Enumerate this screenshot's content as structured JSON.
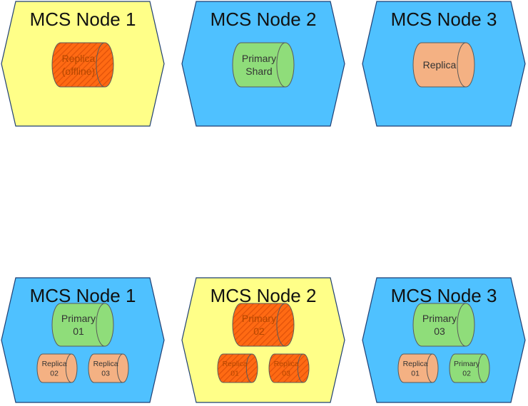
{
  "colors": {
    "node_active_fill": "#4fc1ff",
    "node_offline_fill": "#ffff88",
    "node_stroke": "#1f3f73",
    "replica_fill": "#f4b183",
    "primary_fill": "#8fdd7a",
    "offline_fill": "#ff6a13",
    "cyl_stroke": "#5a5a5a"
  },
  "icons": {
    "shard": "cylinder-icon",
    "offline_shard": "hatched-cylinder-icon"
  },
  "top_row": {
    "nodes": [
      {
        "title": "MCS Node 1",
        "status": "offline",
        "shards": [
          {
            "lines": [
              "Replica",
              "(offline)"
            ],
            "role": "replica",
            "offline": true
          }
        ]
      },
      {
        "title": "MCS Node 2",
        "status": "active",
        "shards": [
          {
            "lines": [
              "Primary",
              "Shard"
            ],
            "role": "primary",
            "offline": false
          }
        ]
      },
      {
        "title": "MCS Node 3",
        "status": "active",
        "shards": [
          {
            "lines": [
              "Replica"
            ],
            "role": "replica",
            "offline": false
          }
        ]
      }
    ]
  },
  "bottom_row": {
    "nodes": [
      {
        "title": "MCS Node 1",
        "status": "active",
        "shards": [
          {
            "lines": [
              "Primary",
              "01"
            ],
            "role": "primary",
            "offline": false
          },
          {
            "lines": [
              "Replica",
              "02"
            ],
            "role": "replica",
            "offline": false
          },
          {
            "lines": [
              "Replica",
              "03"
            ],
            "role": "replica",
            "offline": false
          }
        ]
      },
      {
        "title": "MCS Node 2",
        "status": "offline",
        "shards": [
          {
            "lines": [
              "Primary",
              "02"
            ],
            "role": "primary",
            "offline": true
          },
          {
            "lines": [
              "Replica",
              "01"
            ],
            "role": "replica",
            "offline": true
          },
          {
            "lines": [
              "Replica",
              "03"
            ],
            "role": "replica",
            "offline": true
          }
        ]
      },
      {
        "title": "MCS Node 3",
        "status": "active",
        "shards": [
          {
            "lines": [
              "Primary",
              "03"
            ],
            "role": "primary",
            "offline": false
          },
          {
            "lines": [
              "Replica",
              "01"
            ],
            "role": "replica",
            "offline": false
          },
          {
            "lines": [
              "Primary",
              "02"
            ],
            "role": "primary",
            "offline": false
          }
        ]
      }
    ]
  }
}
